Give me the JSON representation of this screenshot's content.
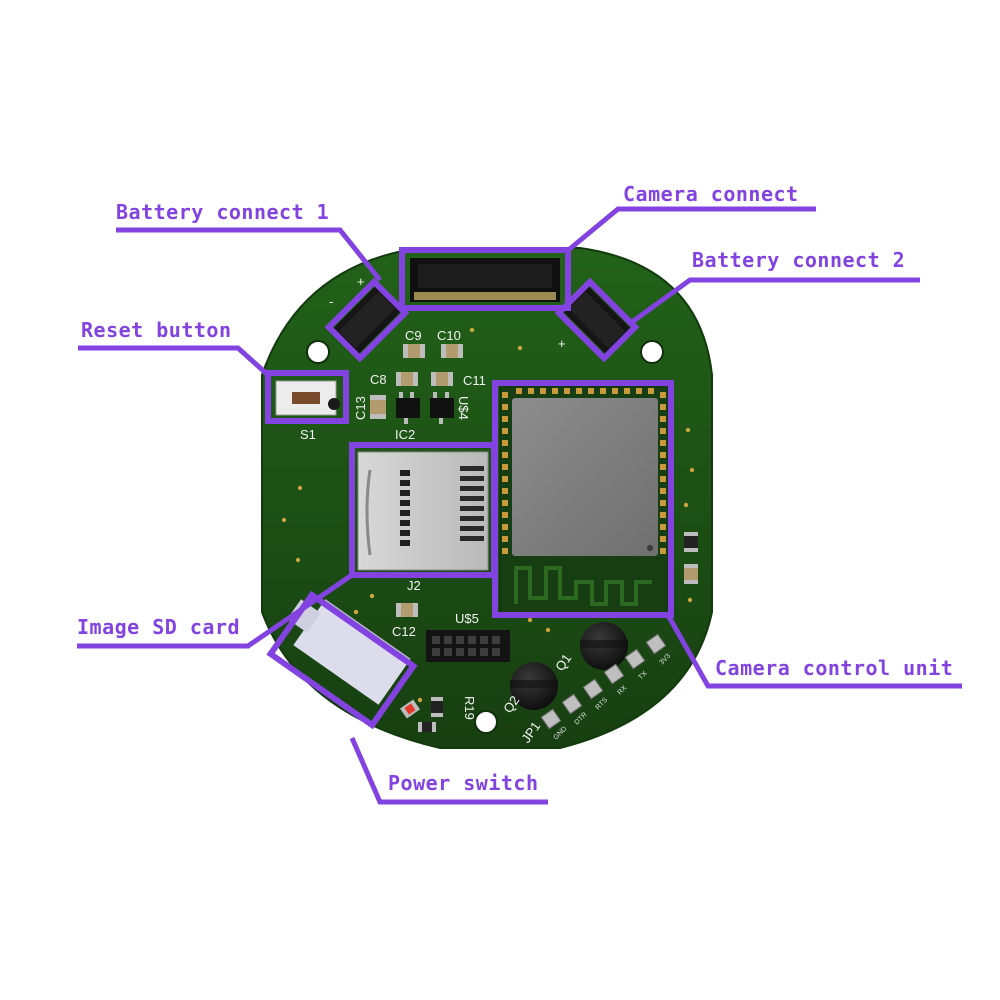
{
  "colors": {
    "accent": "#8243e0",
    "board": "#1f5a17",
    "board_edge": "#15420f"
  },
  "callouts": {
    "battery_1": "Battery connect 1",
    "camera": "Camera connect",
    "battery_2": "Battery connect 2",
    "reset": "Reset button",
    "sd_card": "Image SD card",
    "control_unit": "Camera control unit",
    "power_switch": "Power switch"
  },
  "silkscreen": {
    "c9": "C9",
    "c10": "C10",
    "c8": "C8",
    "c11": "C11",
    "c13": "C13",
    "ic2": "IC2",
    "us4": "U$4",
    "s1": "S1",
    "j2": "J2",
    "c12": "C12",
    "us5": "U$5",
    "r19": "R19",
    "q1": "Q1",
    "q2": "Q2",
    "jp1": "JP1",
    "plus_1": "+",
    "minus_1": "-",
    "plus_2": "+",
    "pin_labels": [
      "GND",
      "DTR",
      "RTS",
      "RX",
      "TX",
      "3V3"
    ]
  }
}
